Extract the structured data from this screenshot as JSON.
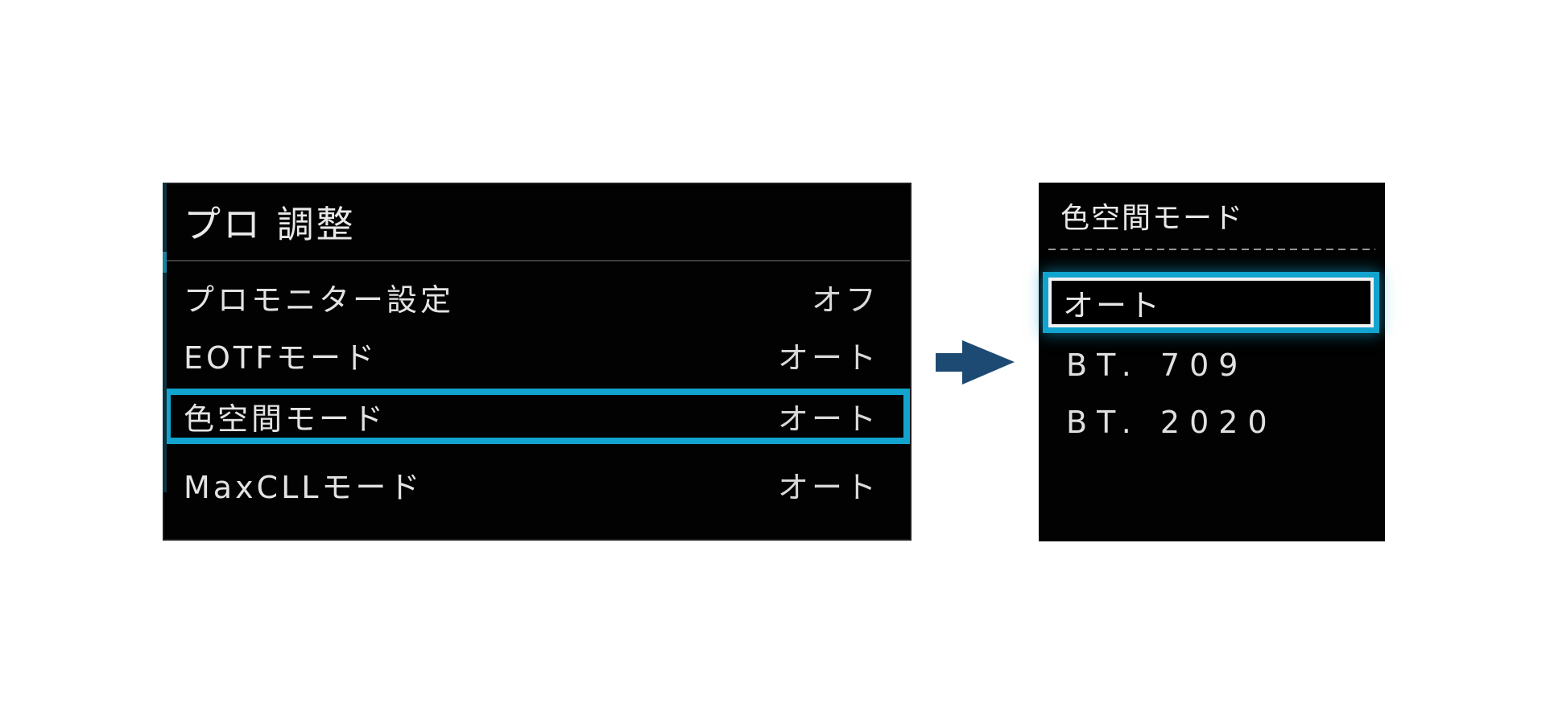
{
  "left_panel": {
    "title": "プロ 調整",
    "items": [
      {
        "label": "プロモニター設定",
        "value": "オフ",
        "selected": false
      },
      {
        "label": "EOTFモード",
        "value": "オート",
        "selected": false
      },
      {
        "label": "色空間モード",
        "value": "オート",
        "selected": true
      },
      {
        "label": "MaxCLLモード",
        "value": "オート",
        "selected": false
      }
    ]
  },
  "arrow": {
    "icon": "arrow-right-icon",
    "direction": "right"
  },
  "right_panel": {
    "title": "色空間モード",
    "options": [
      {
        "label": "オート",
        "selected": true
      },
      {
        "label": "BT. 709",
        "selected": false
      },
      {
        "label": "BT. 2020",
        "selected": false
      }
    ]
  },
  "colors": {
    "cyan": "#12a4ce",
    "arrow": "#1d4a72",
    "panel-bg": "#020202",
    "text-bright": "#e9e9e9",
    "text-dim": "#d9d9d9"
  }
}
